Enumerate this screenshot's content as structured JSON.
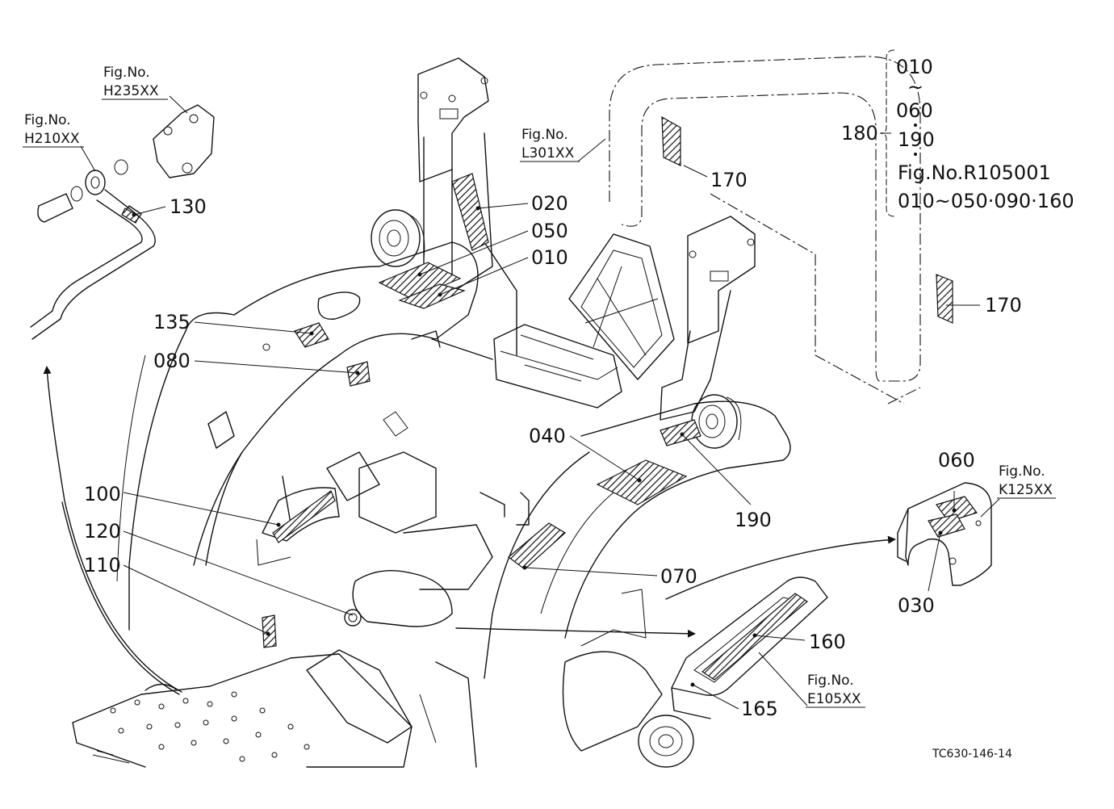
{
  "callouts": {
    "c010": "010",
    "c020": "020",
    "c030": "030",
    "c040": "040",
    "c050": "050",
    "c060": "060",
    "c070": "070",
    "c080": "080",
    "c100": "100",
    "c110": "110",
    "c120": "120",
    "c130": "130",
    "c135": "135",
    "c160": "160",
    "c165": "165",
    "c170a": "170",
    "c170b": "170",
    "c180": "180",
    "c190": "190"
  },
  "fig_refs": {
    "h235": {
      "label": "Fig.No.",
      "number": "H235XX"
    },
    "h210": {
      "label": "Fig.No.",
      "number": "H210XX"
    },
    "l301": {
      "label": "Fig.No.",
      "number": "L301XX"
    },
    "k125": {
      "label": "Fig.No.",
      "number": "K125XX"
    },
    "e105": {
      "label": "Fig.No.",
      "number": "E105XX"
    }
  },
  "kit_legend": {
    "line1": "010",
    "line2": "~",
    "line3": "060",
    "line4": "190",
    "line5": "Fig.No.R105001",
    "line6": "010~050·090·160"
  },
  "drawing_code": "TC630-146-14",
  "colors": {
    "ink": "#111111",
    "paper": "#ffffff"
  }
}
